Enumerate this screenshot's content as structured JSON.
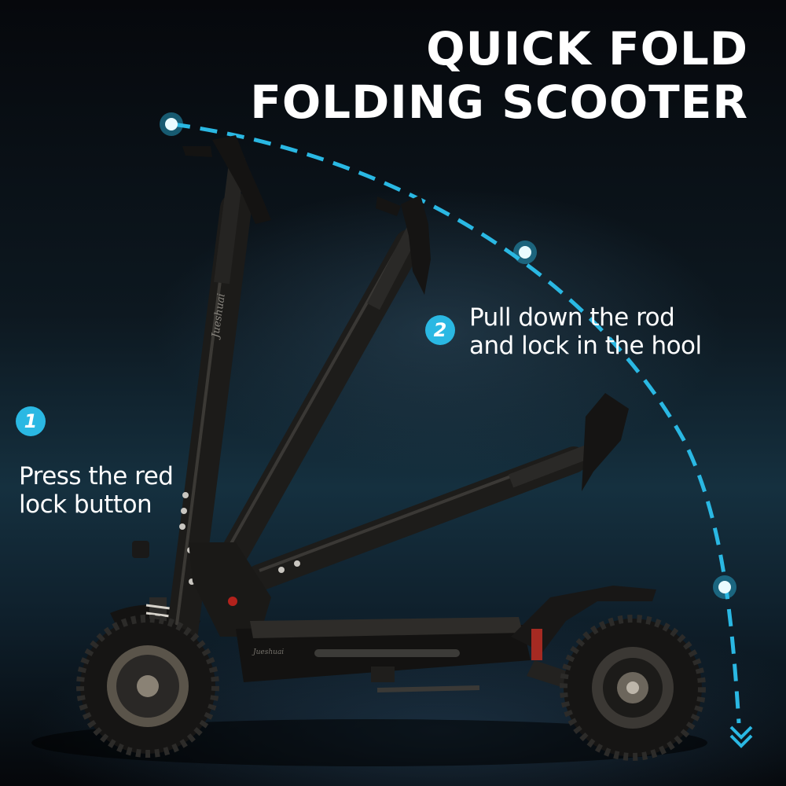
{
  "title": {
    "line1": "QUICK FOLD",
    "line2": "FOLDING SCOOTER"
  },
  "steps": [
    {
      "number": "1",
      "line1": "Press the red",
      "line2": "lock button"
    },
    {
      "number": "2",
      "line1": "Pull down the rod",
      "line2": "and lock in the hool"
    }
  ],
  "brand_marks": {
    "stem_text": "Jueshuai",
    "deck_text": "Jueshuai"
  },
  "colors": {
    "accent": "#2ab8e3",
    "text": "#ffffff",
    "frame": "#1b1a18"
  },
  "icons": {
    "path": "dashed-arc-arrow",
    "end": "double-chevron-down-icon"
  }
}
